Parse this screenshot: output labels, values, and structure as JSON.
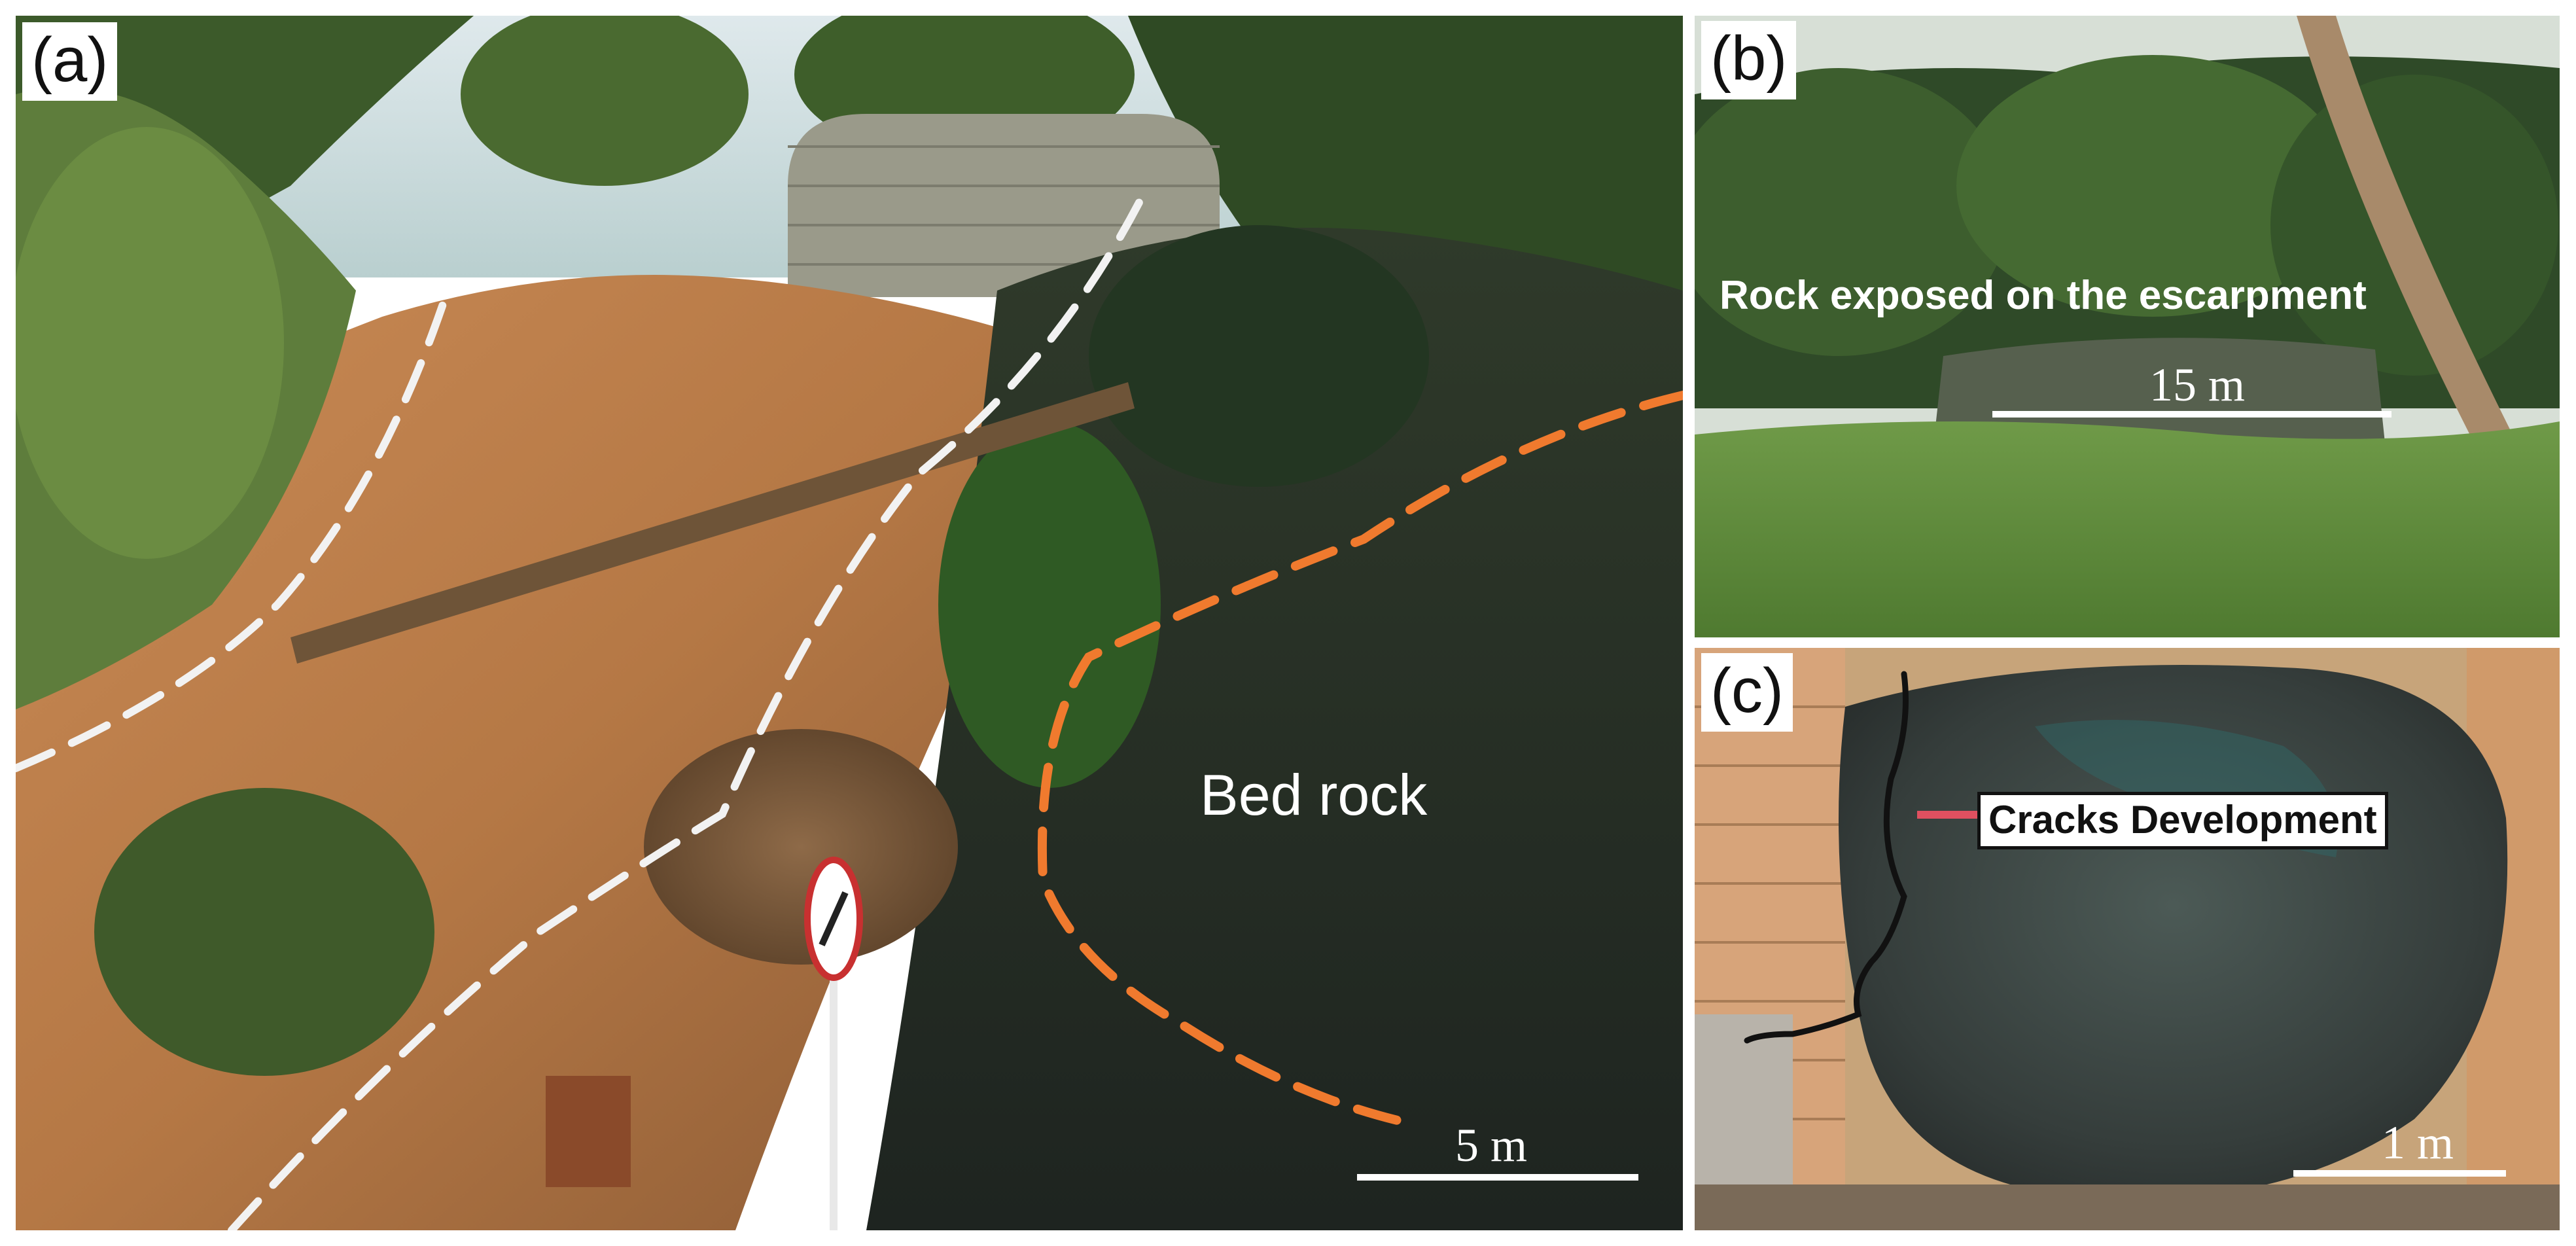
{
  "panels": {
    "a": {
      "tag": "(a)",
      "annotation": "Bed rock",
      "scale_label": "5 m"
    },
    "b": {
      "tag": "(b)",
      "annotation": "Rock exposed on the escarpment",
      "scale_label": "15 m"
    },
    "c": {
      "tag": "(c)",
      "annotation": "Cracks Development",
      "scale_label": "1 m"
    }
  },
  "colors": {
    "boundary_dashes": "#f2f2f2",
    "bedrock_outline": "#f07a2e",
    "crack_trace": "#111111",
    "crack_pointer": "#e05060",
    "scale_bar": "#ffffff"
  }
}
